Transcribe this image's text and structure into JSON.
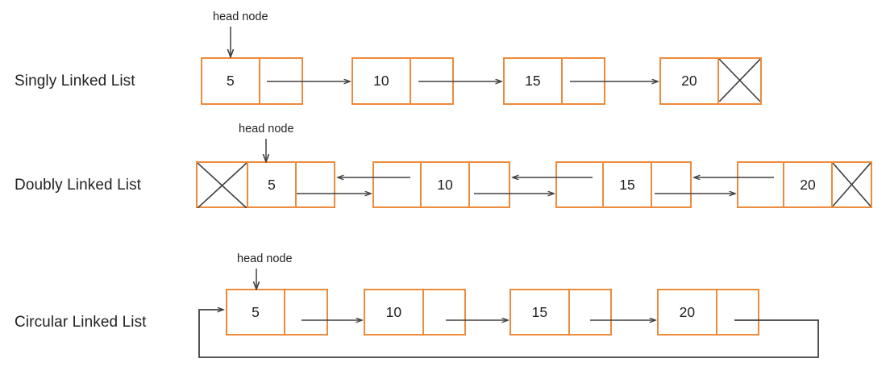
{
  "diagram": {
    "title_rows": [
      {
        "label": "Singly Linked List"
      },
      {
        "label": "Doubly Linked List"
      },
      {
        "label": "Circular Linked List"
      }
    ],
    "head_label": "head node",
    "colors": {
      "node_border": "#ed8b3c",
      "arrow": "#404040",
      "text": "#231f20",
      "background": "#ffffff"
    },
    "singly": {
      "label": "Singly Linked List",
      "head_label": "head node",
      "nodes": [
        {
          "value": "5",
          "next_null": false
        },
        {
          "value": "10",
          "next_null": false
        },
        {
          "value": "15",
          "next_null": false
        },
        {
          "value": "20",
          "next_null": true
        }
      ]
    },
    "doubly": {
      "label": "Doubly Linked List",
      "head_label": "head node",
      "nodes": [
        {
          "value": "5",
          "prev_null": true,
          "next_null": false
        },
        {
          "value": "10",
          "prev_null": false,
          "next_null": false
        },
        {
          "value": "15",
          "prev_null": false,
          "next_null": false
        },
        {
          "value": "20",
          "prev_null": false,
          "next_null": true
        }
      ]
    },
    "circular": {
      "label": "Circular Linked List",
      "head_label": "head node",
      "nodes": [
        {
          "value": "5"
        },
        {
          "value": "10"
        },
        {
          "value": "15"
        },
        {
          "value": "20"
        }
      ]
    }
  }
}
